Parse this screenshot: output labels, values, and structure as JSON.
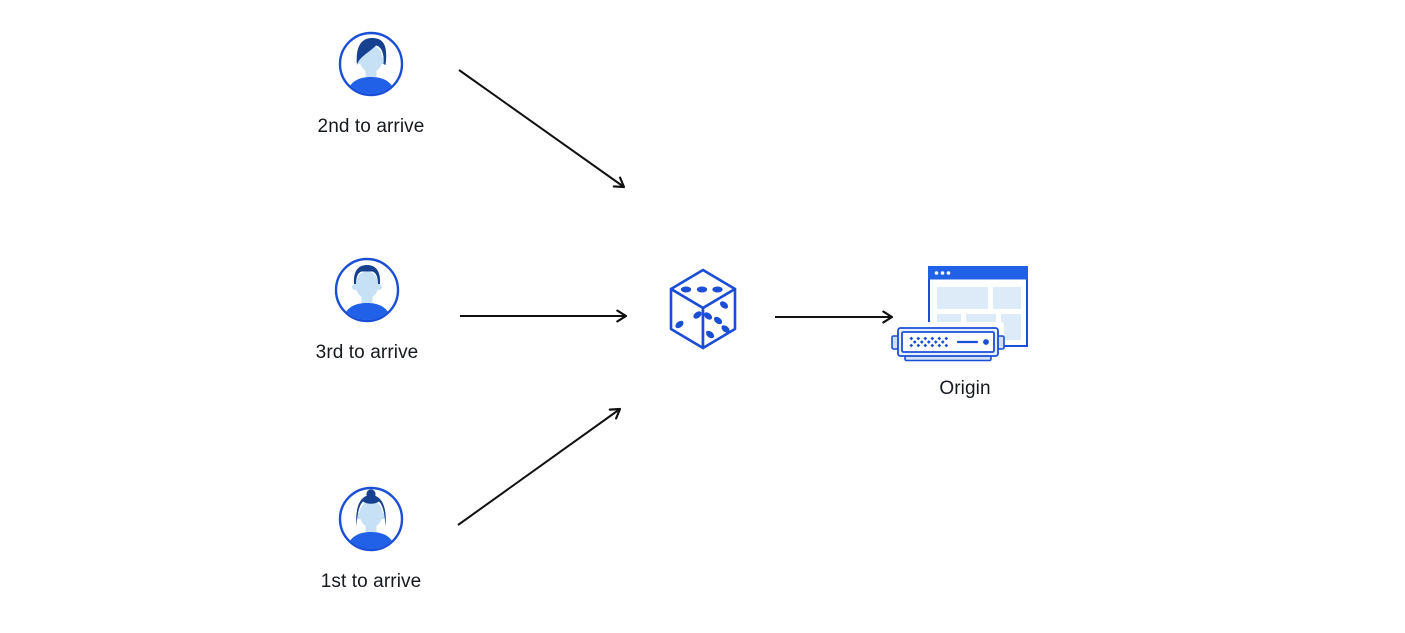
{
  "diagram": {
    "visitors": [
      {
        "id": "visitor-2nd",
        "label": "2nd to arrive",
        "icon": "avatar-man-swept-hair-icon"
      },
      {
        "id": "visitor-3rd",
        "label": "3rd to arrive",
        "icon": "avatar-man-short-hair-icon"
      },
      {
        "id": "visitor-1st",
        "label": "1st to arrive",
        "icon": "avatar-woman-bun-icon"
      }
    ],
    "random_selector": {
      "id": "dice",
      "icon": "dice-icon"
    },
    "origin": {
      "id": "origin",
      "label": "Origin",
      "icon": "origin-server-browser-icon"
    },
    "edges": [
      {
        "from": "visitor-2nd",
        "to": "dice"
      },
      {
        "from": "visitor-3rd",
        "to": "dice"
      },
      {
        "from": "visitor-1st",
        "to": "dice"
      },
      {
        "from": "dice",
        "to": "origin"
      }
    ],
    "colors": {
      "outline_blue": "#1b4ed6",
      "accent_blue": "#2161e8",
      "panel_blue": "#ddeaf7",
      "skin_blue": "#c6e0f5",
      "hair_navy": "#16418f",
      "arrow_black": "#111111",
      "background": "#ffffff"
    }
  }
}
